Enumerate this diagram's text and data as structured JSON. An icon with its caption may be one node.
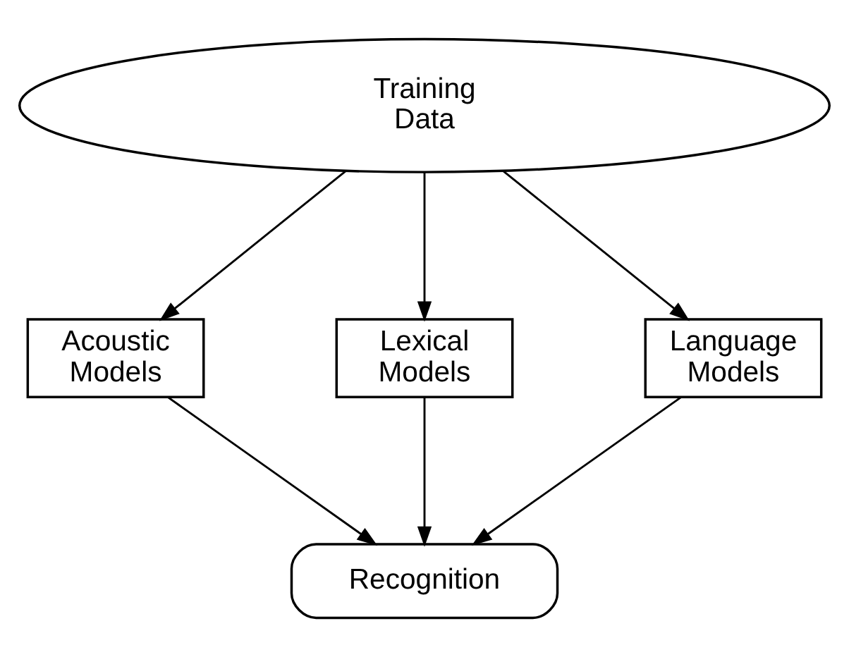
{
  "diagram": {
    "nodes": [
      {
        "text": [
          "Training Data"
        ]
      },
      {
        "text": [
          "Acoustic Models"
        ]
      },
      {
        "text": [
          "Lexical Models"
        ]
      },
      {
        "text": [
          "Language Models"
        ]
      },
      {
        "text": [
          "Recognition"
        ]
      }
    ],
    "edges": [
      {
        "from": 0,
        "to": 1,
        "arrow": "to"
      },
      {
        "from": 0,
        "to": 2,
        "arrow": "to"
      },
      {
        "from": 0,
        "to": 3,
        "arrow": "to"
      },
      {
        "from": 1,
        "to": 4,
        "arrow": "to"
      },
      {
        "from": 2,
        "to": 4,
        "arrow": "to"
      },
      {
        "from": 3,
        "to": 4,
        "arrow": "to"
      }
    ]
  }
}
